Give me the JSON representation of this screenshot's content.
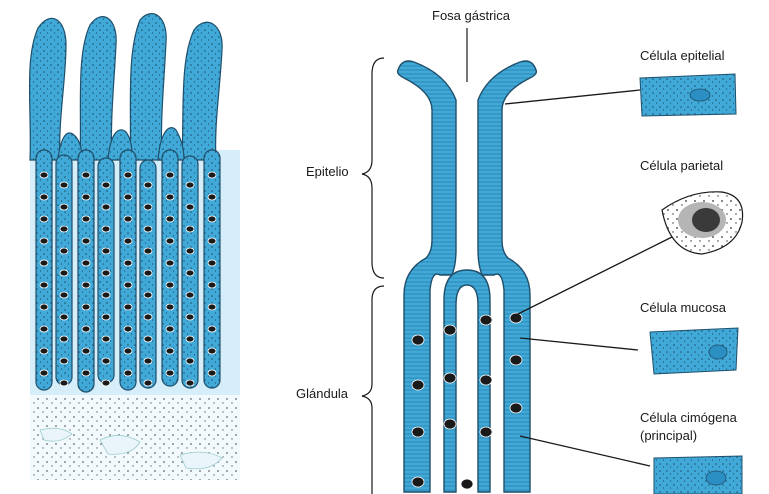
{
  "diagram": {
    "top_label": "Fosa gástrica",
    "left_labels": {
      "epitelio": "Epitelio",
      "glandula": "Glándula"
    },
    "cell_labels": {
      "epitelial": "Célula epitelial",
      "parietal": "Célula parietal",
      "mucosa": "Célula mucosa",
      "cimogena_line1": "Célula cimógena",
      "cimogena_line2": "(principal)"
    },
    "colors": {
      "epithelium": "#41a9d8",
      "epithelium_dark": "#1f6f99",
      "lamina": "#d6eef9",
      "parietal_dark": "#1a1a1a",
      "outline": "#222222"
    }
  }
}
